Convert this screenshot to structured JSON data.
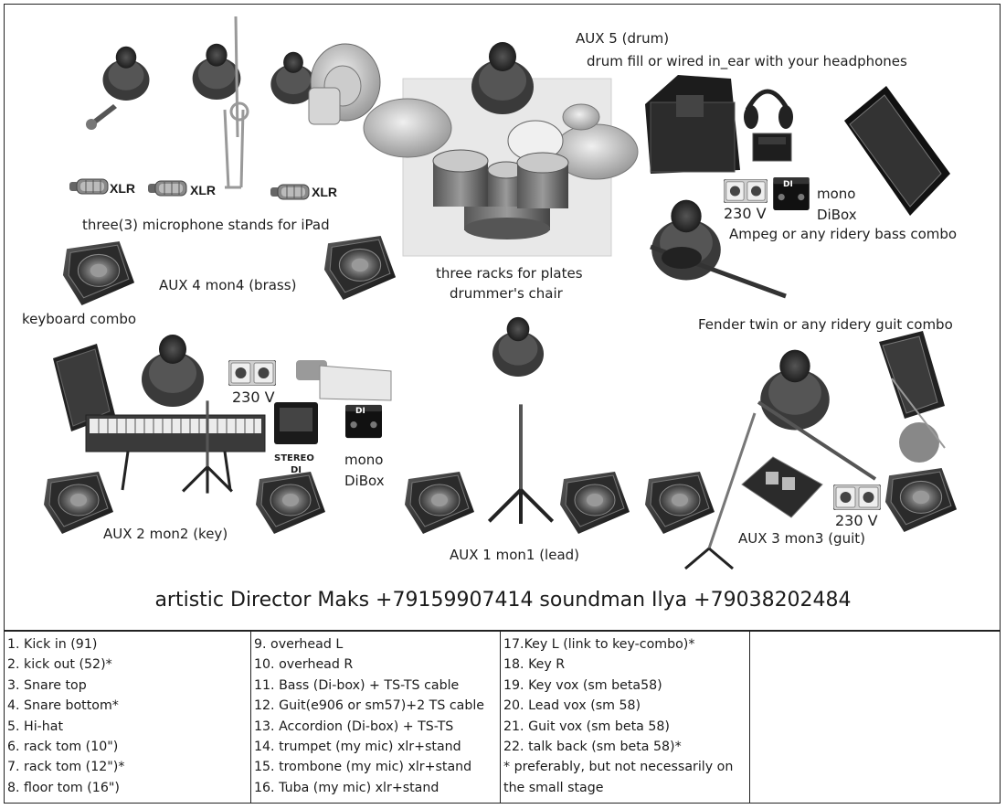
{
  "labels": {
    "aux5": "AUX 5 (drum)",
    "drum_fill": "drum fill or wired in_ear with your headphones",
    "xlr": "XLR",
    "mic_stands": "three(3) microphone stands for iPad",
    "three_racks": "three racks for plates",
    "drummers_chair": "drummer's chair",
    "aux4": "AUX 4 mon4 (brass)",
    "keyboard_combo": "keyboard combo",
    "mono": "mono",
    "dibox": "DiBox",
    "v230": "230 V",
    "ampeg": "Ampeg or any ridery bass combo",
    "fender": "Fender twin or any ridery guit combo",
    "stereo": "STEREO",
    "di": "DI",
    "di_small": "DI",
    "aux2": "AUX 2 mon2 (key)",
    "aux1": "AUX 1 mon1 (lead)",
    "aux3": "AUX 3 mon3 (guit)"
  },
  "contact": "artistic Director Maks +79159907414 soundman Ilya +79038202484",
  "channel_columns": [
    [
      "1. Kick in (91)",
      "2. kick out (52)*",
      "3. Snare top",
      "4. Snare bottom*",
      "5. Hi-hat",
      "6. rack tom  (10\")",
      "7. rack tom  (12\")*",
      "8. floor tom (16\")"
    ],
    [
      "9. overhead L",
      "10. overhead R",
      "11. Bass (Di-box) + TS-TS cable",
      "12. Guit(e906 or sm57)+2 TS cable",
      "13. Accordion (Di-box) + TS-TS",
      "14. trumpet (my mic) xlr+stand",
      "15. trombone (my mic) xlr+stand",
      "16. Tuba (my mic) xlr+stand"
    ],
    [
      "17.Key L (link to key-combo)*",
      "18. Key R",
      "19. Key vox (sm beta58)",
      "20. Lead vox (sm 58)",
      "21. Guit vox (sm beta 58)",
      "22. talk back (sm beta 58)*",
      "* preferably, but not necessarily on",
      "the small stage"
    ],
    []
  ]
}
